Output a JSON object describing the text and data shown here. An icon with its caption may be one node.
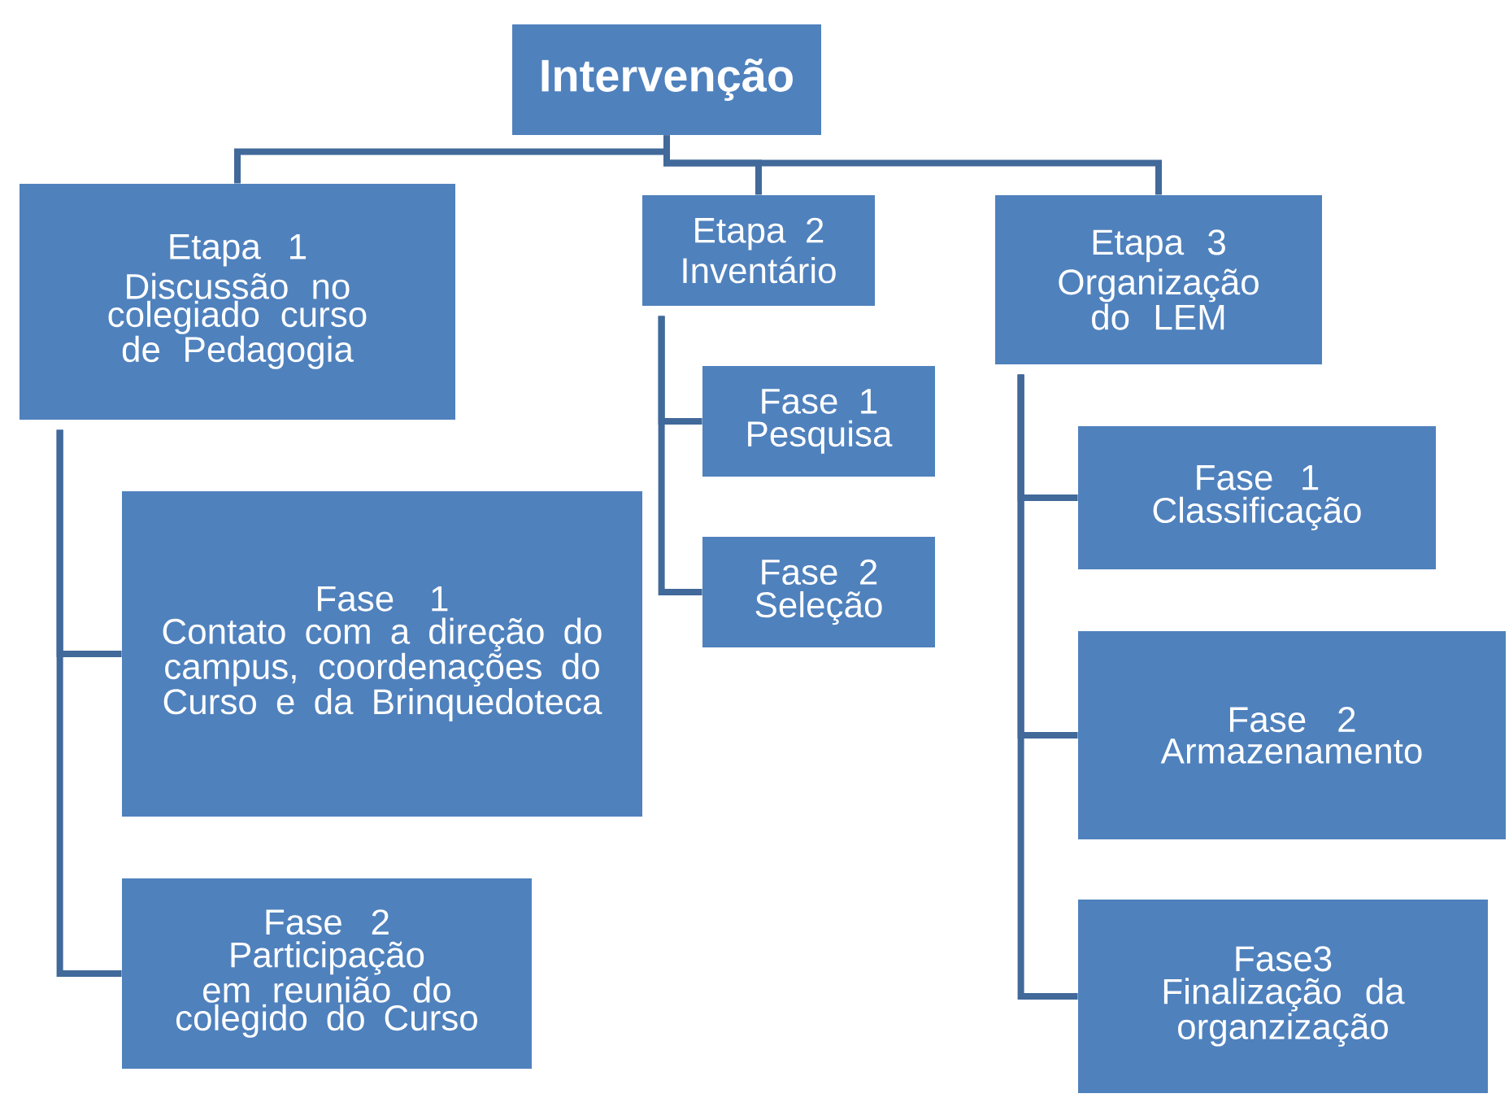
{
  "diagram": {
    "nodes": [
      {
        "text": [
          "Intervenção"
        ]
      },
      {
        "text": [
          "Etapa 1",
          "Discussão no colegiado curso de Pedagogia"
        ]
      },
      {
        "text": [
          "Etapa 2",
          "Inventário"
        ]
      },
      {
        "text": [
          "Etapa 3",
          "Organização do LEM"
        ]
      },
      {
        "text": [
          "Fase 1",
          "Contato com a direção do campus, coordenações do Curso e da Brinquedoteca"
        ]
      },
      {
        "text": [
          "Fase 2",
          "Participação em reunião do colegido do Curso"
        ]
      },
      {
        "text": [
          "Fase 1",
          "Pesquisa"
        ]
      },
      {
        "text": [
          "Fase 2",
          "Seleção"
        ]
      },
      {
        "text": [
          "Fase 1",
          "Classificação"
        ]
      },
      {
        "text": [
          "Fase 2",
          "Armazenamento"
        ]
      },
      {
        "text": [
          "Fase3",
          "Finalização da organzização"
        ]
      }
    ],
    "edges": [
      {
        "from": 0,
        "to": 1,
        "arrow": "none"
      },
      {
        "from": 0,
        "to": 2,
        "arrow": "none"
      },
      {
        "from": 0,
        "to": 3,
        "arrow": "none"
      },
      {
        "from": 1,
        "to": 4,
        "arrow": "none"
      },
      {
        "from": 1,
        "to": 5,
        "arrow": "none"
      },
      {
        "from": 2,
        "to": 6,
        "arrow": "none"
      },
      {
        "from": 2,
        "to": 7,
        "arrow": "none"
      },
      {
        "from": 3,
        "to": 8,
        "arrow": "none"
      },
      {
        "from": 3,
        "to": 9,
        "arrow": "none"
      },
      {
        "from": 3,
        "to": 10,
        "arrow": "none"
      }
    ]
  }
}
